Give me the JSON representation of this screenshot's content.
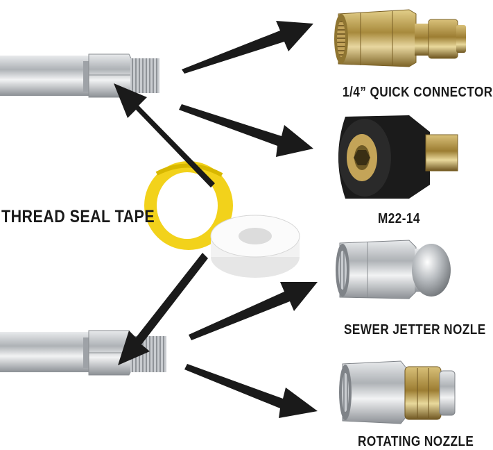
{
  "labels": {
    "thread_seal_tape": "THREAD SEAL TAPE",
    "quick_connector": "1/4” QUICK CONNECTOR",
    "m22": "M22-14",
    "sewer_jetter": "SEWER JETTER NOZLE",
    "rotating_nozzle": "ROTATING NOZZLE"
  },
  "colors": {
    "arrow": "#1a1a1a",
    "brass": "#b89a4a",
    "steel": "#b9bcc0",
    "tape_yellow": "#f2d21b",
    "tape_white": "#f4f4f4",
    "rubber_black": "#1b1b1b"
  }
}
